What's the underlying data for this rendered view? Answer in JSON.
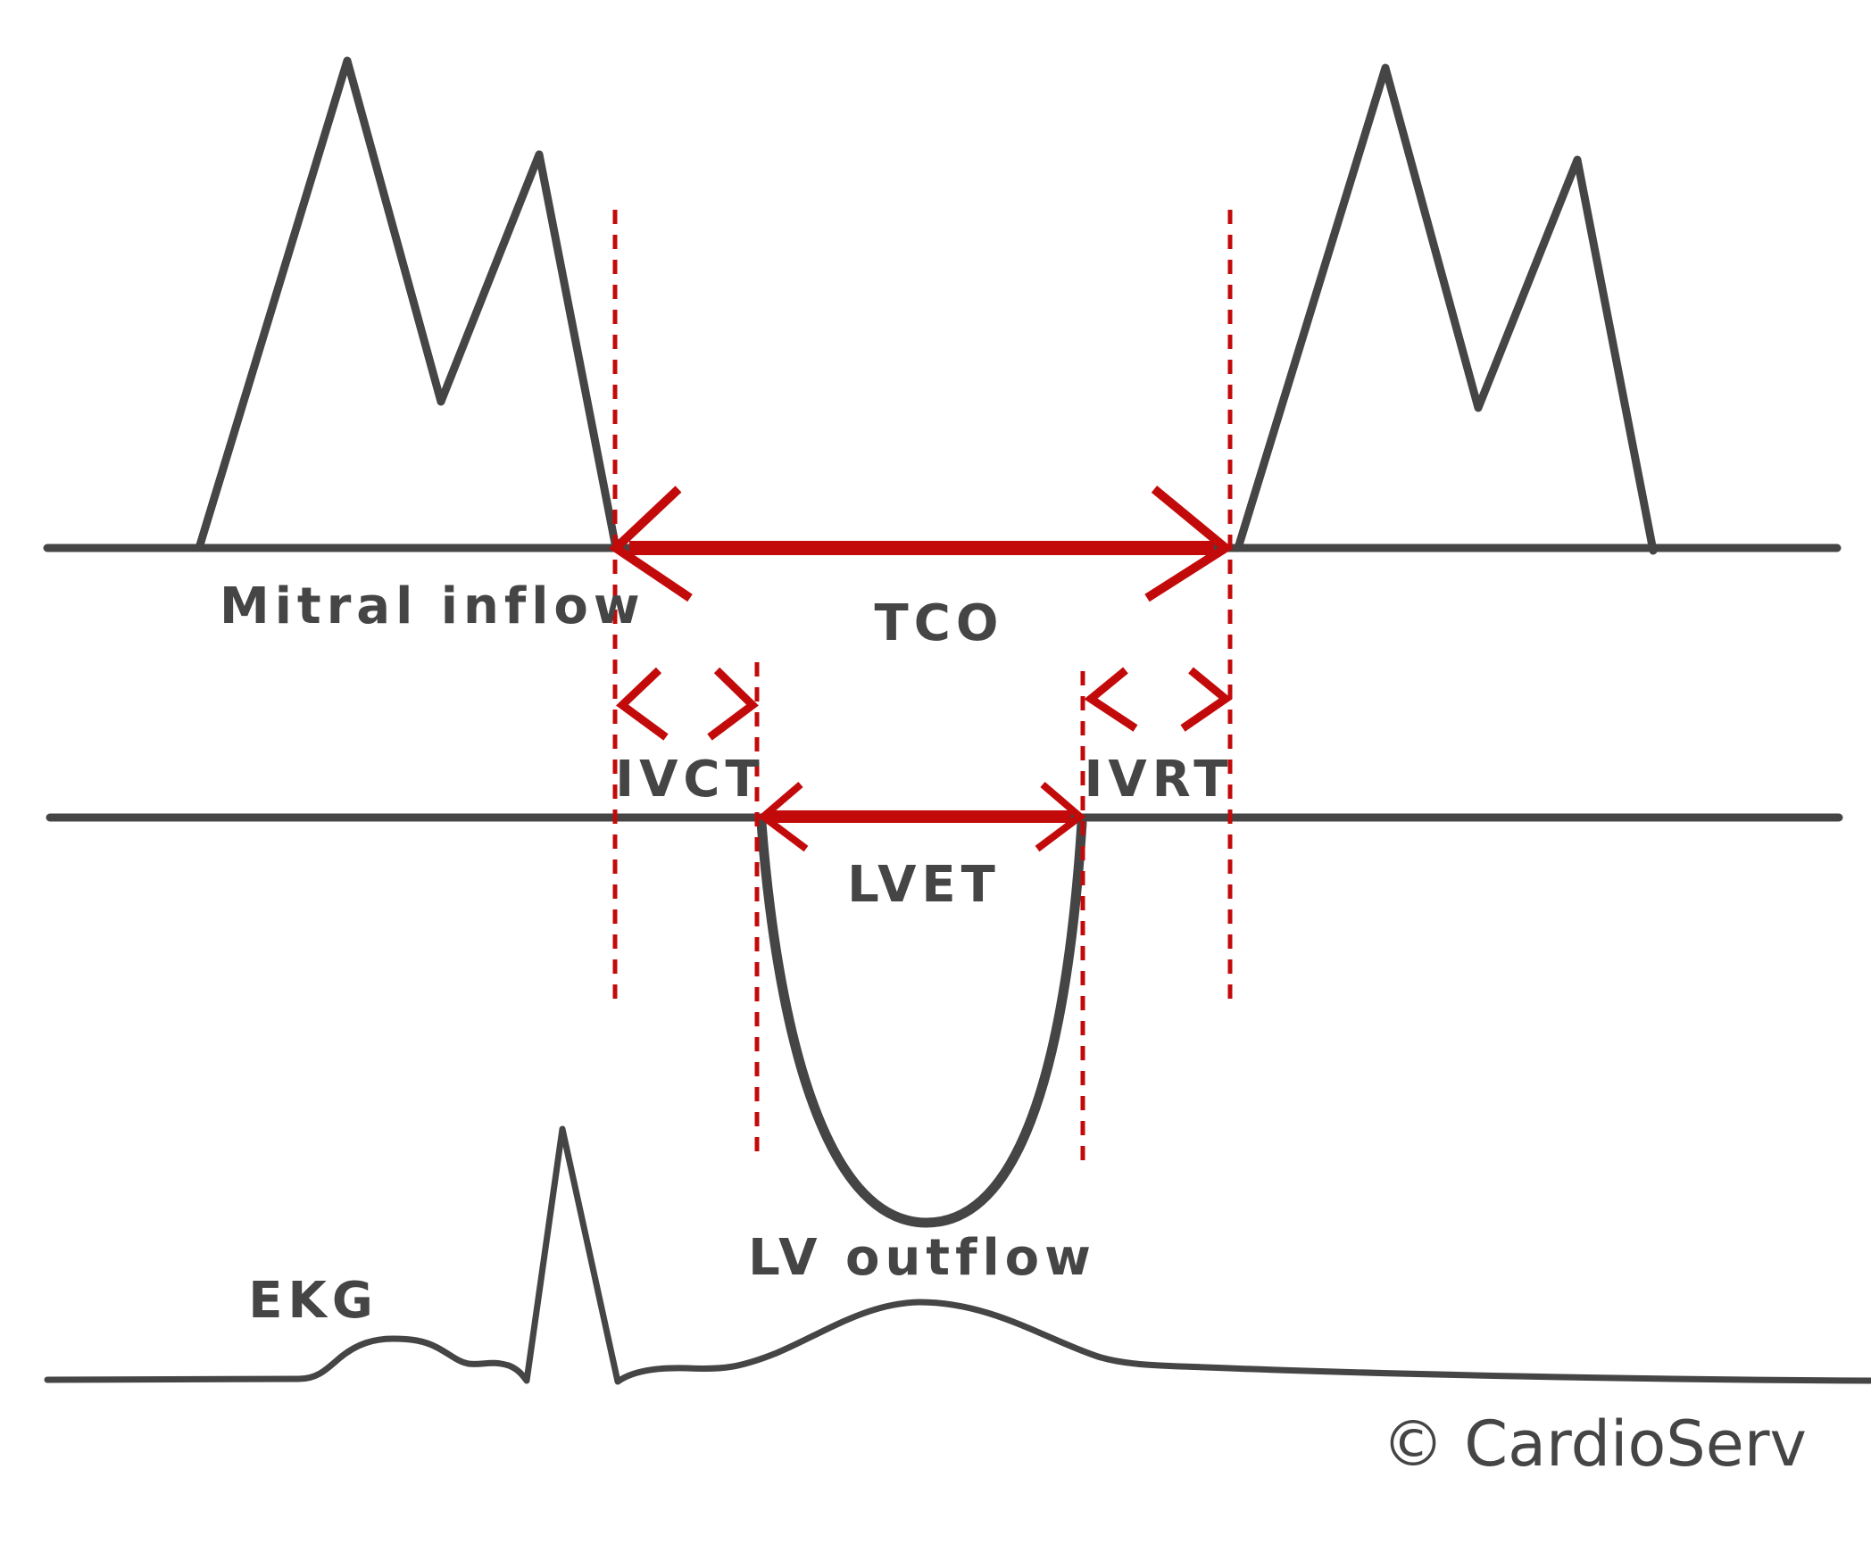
{
  "labels": {
    "mitral_inflow": "Mitral inflow",
    "tco": "TCO",
    "ivct": "IVCT",
    "ivrt": "IVRT",
    "lvet": "LVET",
    "lv_outflow": "LV outflow",
    "ekg": "EKG"
  },
  "copyright": "© CardioServ",
  "colors": {
    "trace": "#454545",
    "interval": "#c30a0a",
    "background": "#ffffff"
  }
}
